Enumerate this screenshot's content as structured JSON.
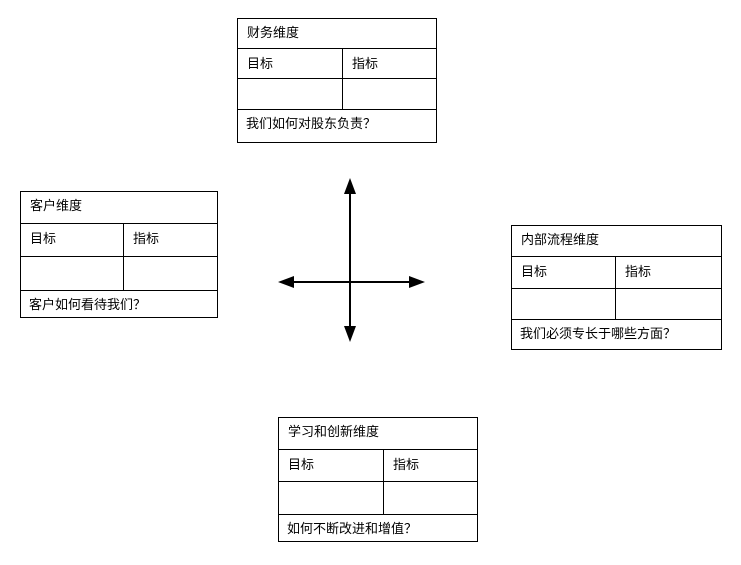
{
  "diagram": {
    "name": "balanced-scorecard",
    "background_color": "#ffffff",
    "line_color": "#000000",
    "center_icon": "axes-cross-icon"
  },
  "boxes": {
    "financial": {
      "title": "财务维度",
      "objectives_header": "目标",
      "measures_header": "指标",
      "objectives_value": "",
      "measures_value": "",
      "question": "我们如何对股东负责？"
    },
    "customer": {
      "title": "客户维度",
      "objectives_header": "目标",
      "measures_header": "指标",
      "objectives_value": "",
      "measures_value": "",
      "question": "客户如何看待我们？"
    },
    "internal_process": {
      "title": "内部流程维度",
      "objectives_header": "目标",
      "measures_header": "指标",
      "objectives_value": "",
      "measures_value": "",
      "question": "我们必须专长于哪些方面？"
    },
    "learning_innovation": {
      "title": "学习和创新维度",
      "objectives_header": "目标",
      "measures_header": "指标",
      "objectives_value": "",
      "measures_value": "",
      "question": "如何不断改进和增值？"
    }
  }
}
